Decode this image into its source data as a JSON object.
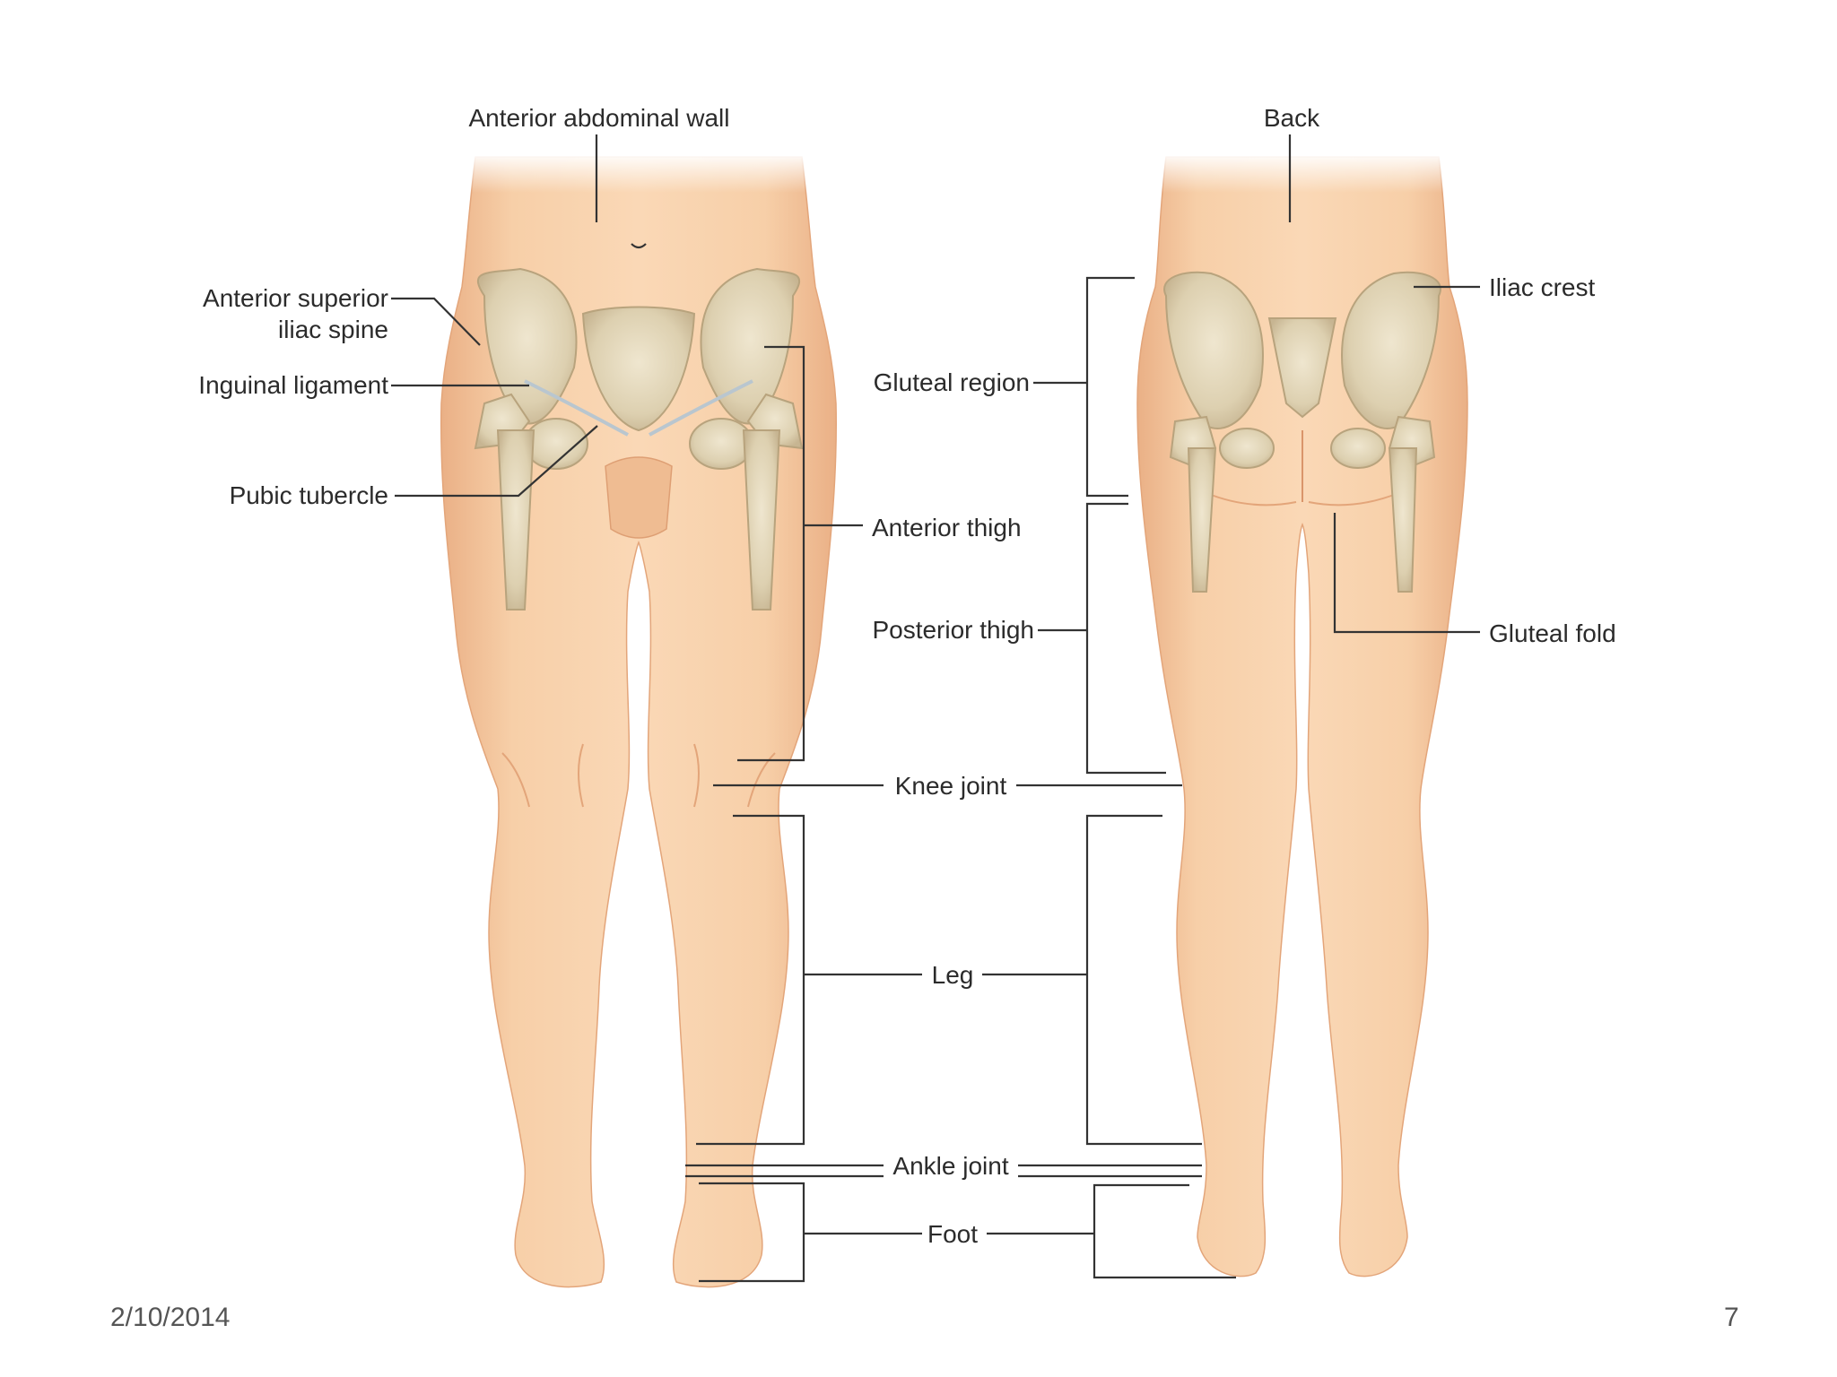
{
  "slide": {
    "date": "2/10/2014",
    "page_number": "7"
  },
  "labels": {
    "anterior_abdominal_wall": "Anterior abdominal wall",
    "back": "Back",
    "asis_line1": "Anterior superior",
    "asis_line2": "iliac spine",
    "iliac_crest": "Iliac crest",
    "inguinal_ligament": "Inguinal ligament",
    "gluteal_region": "Gluteal region",
    "pubic_tubercle": "Pubic tubercle",
    "anterior_thigh": "Anterior thigh",
    "posterior_thigh": "Posterior thigh",
    "gluteal_fold": "Gluteal fold",
    "knee_joint": "Knee joint",
    "leg": "Leg",
    "ankle_joint": "Ankle joint",
    "foot": "Foot"
  },
  "colors": {
    "skin": "#f6cba3",
    "skin_shadow": "#e9ad80",
    "bone": "#e7dcc0",
    "bone_shadow": "#c9b896",
    "ligament": "#b9c6cf",
    "text": "#2b2b2b"
  }
}
